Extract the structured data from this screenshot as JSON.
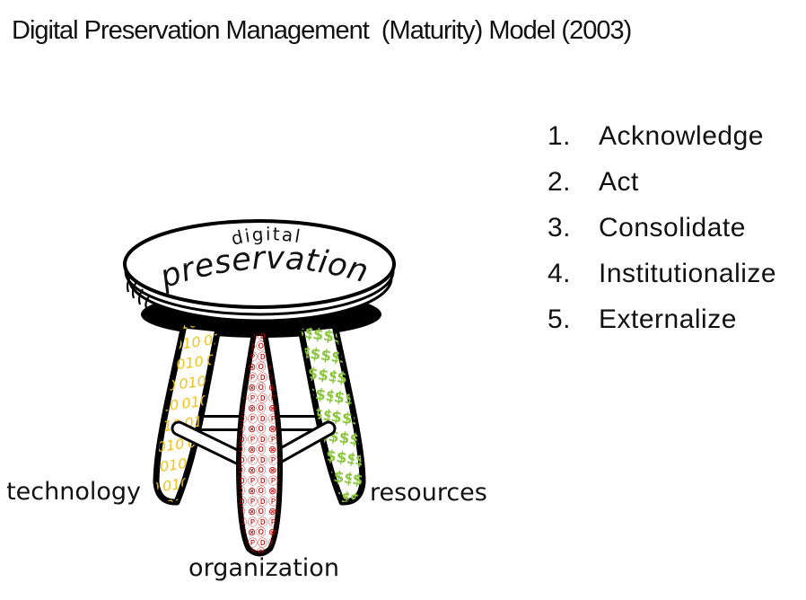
{
  "title": "Digital Preservation Management  (Maturity) Model (2003)",
  "stages": {
    "items": [
      {
        "num": "1.",
        "label": "Acknowledge"
      },
      {
        "num": "2.",
        "label": "Act"
      },
      {
        "num": "3.",
        "label": "Consolidate"
      },
      {
        "num": "4.",
        "label": "Institutionalize"
      },
      {
        "num": "5.",
        "label": "Externalize"
      }
    ]
  },
  "stool": {
    "seat_word_small": "digital",
    "seat_word_large": "preservation",
    "legs": [
      {
        "label": "technology",
        "glyph": "010",
        "color": "#EFC319"
      },
      {
        "label": "organization",
        "glyph_row1": "ⓅⒹ",
        "glyph_row2": "⊗Ⓞ",
        "color": "#C00000"
      },
      {
        "label": "resources",
        "glyph": "$$$",
        "color": "#8CC63F"
      }
    ]
  },
  "colors": {
    "ink": "#111111",
    "outline": "#000000",
    "technology_yellow": "#EFC319",
    "organization_red": "#C00000",
    "resources_green": "#8CC63F"
  }
}
